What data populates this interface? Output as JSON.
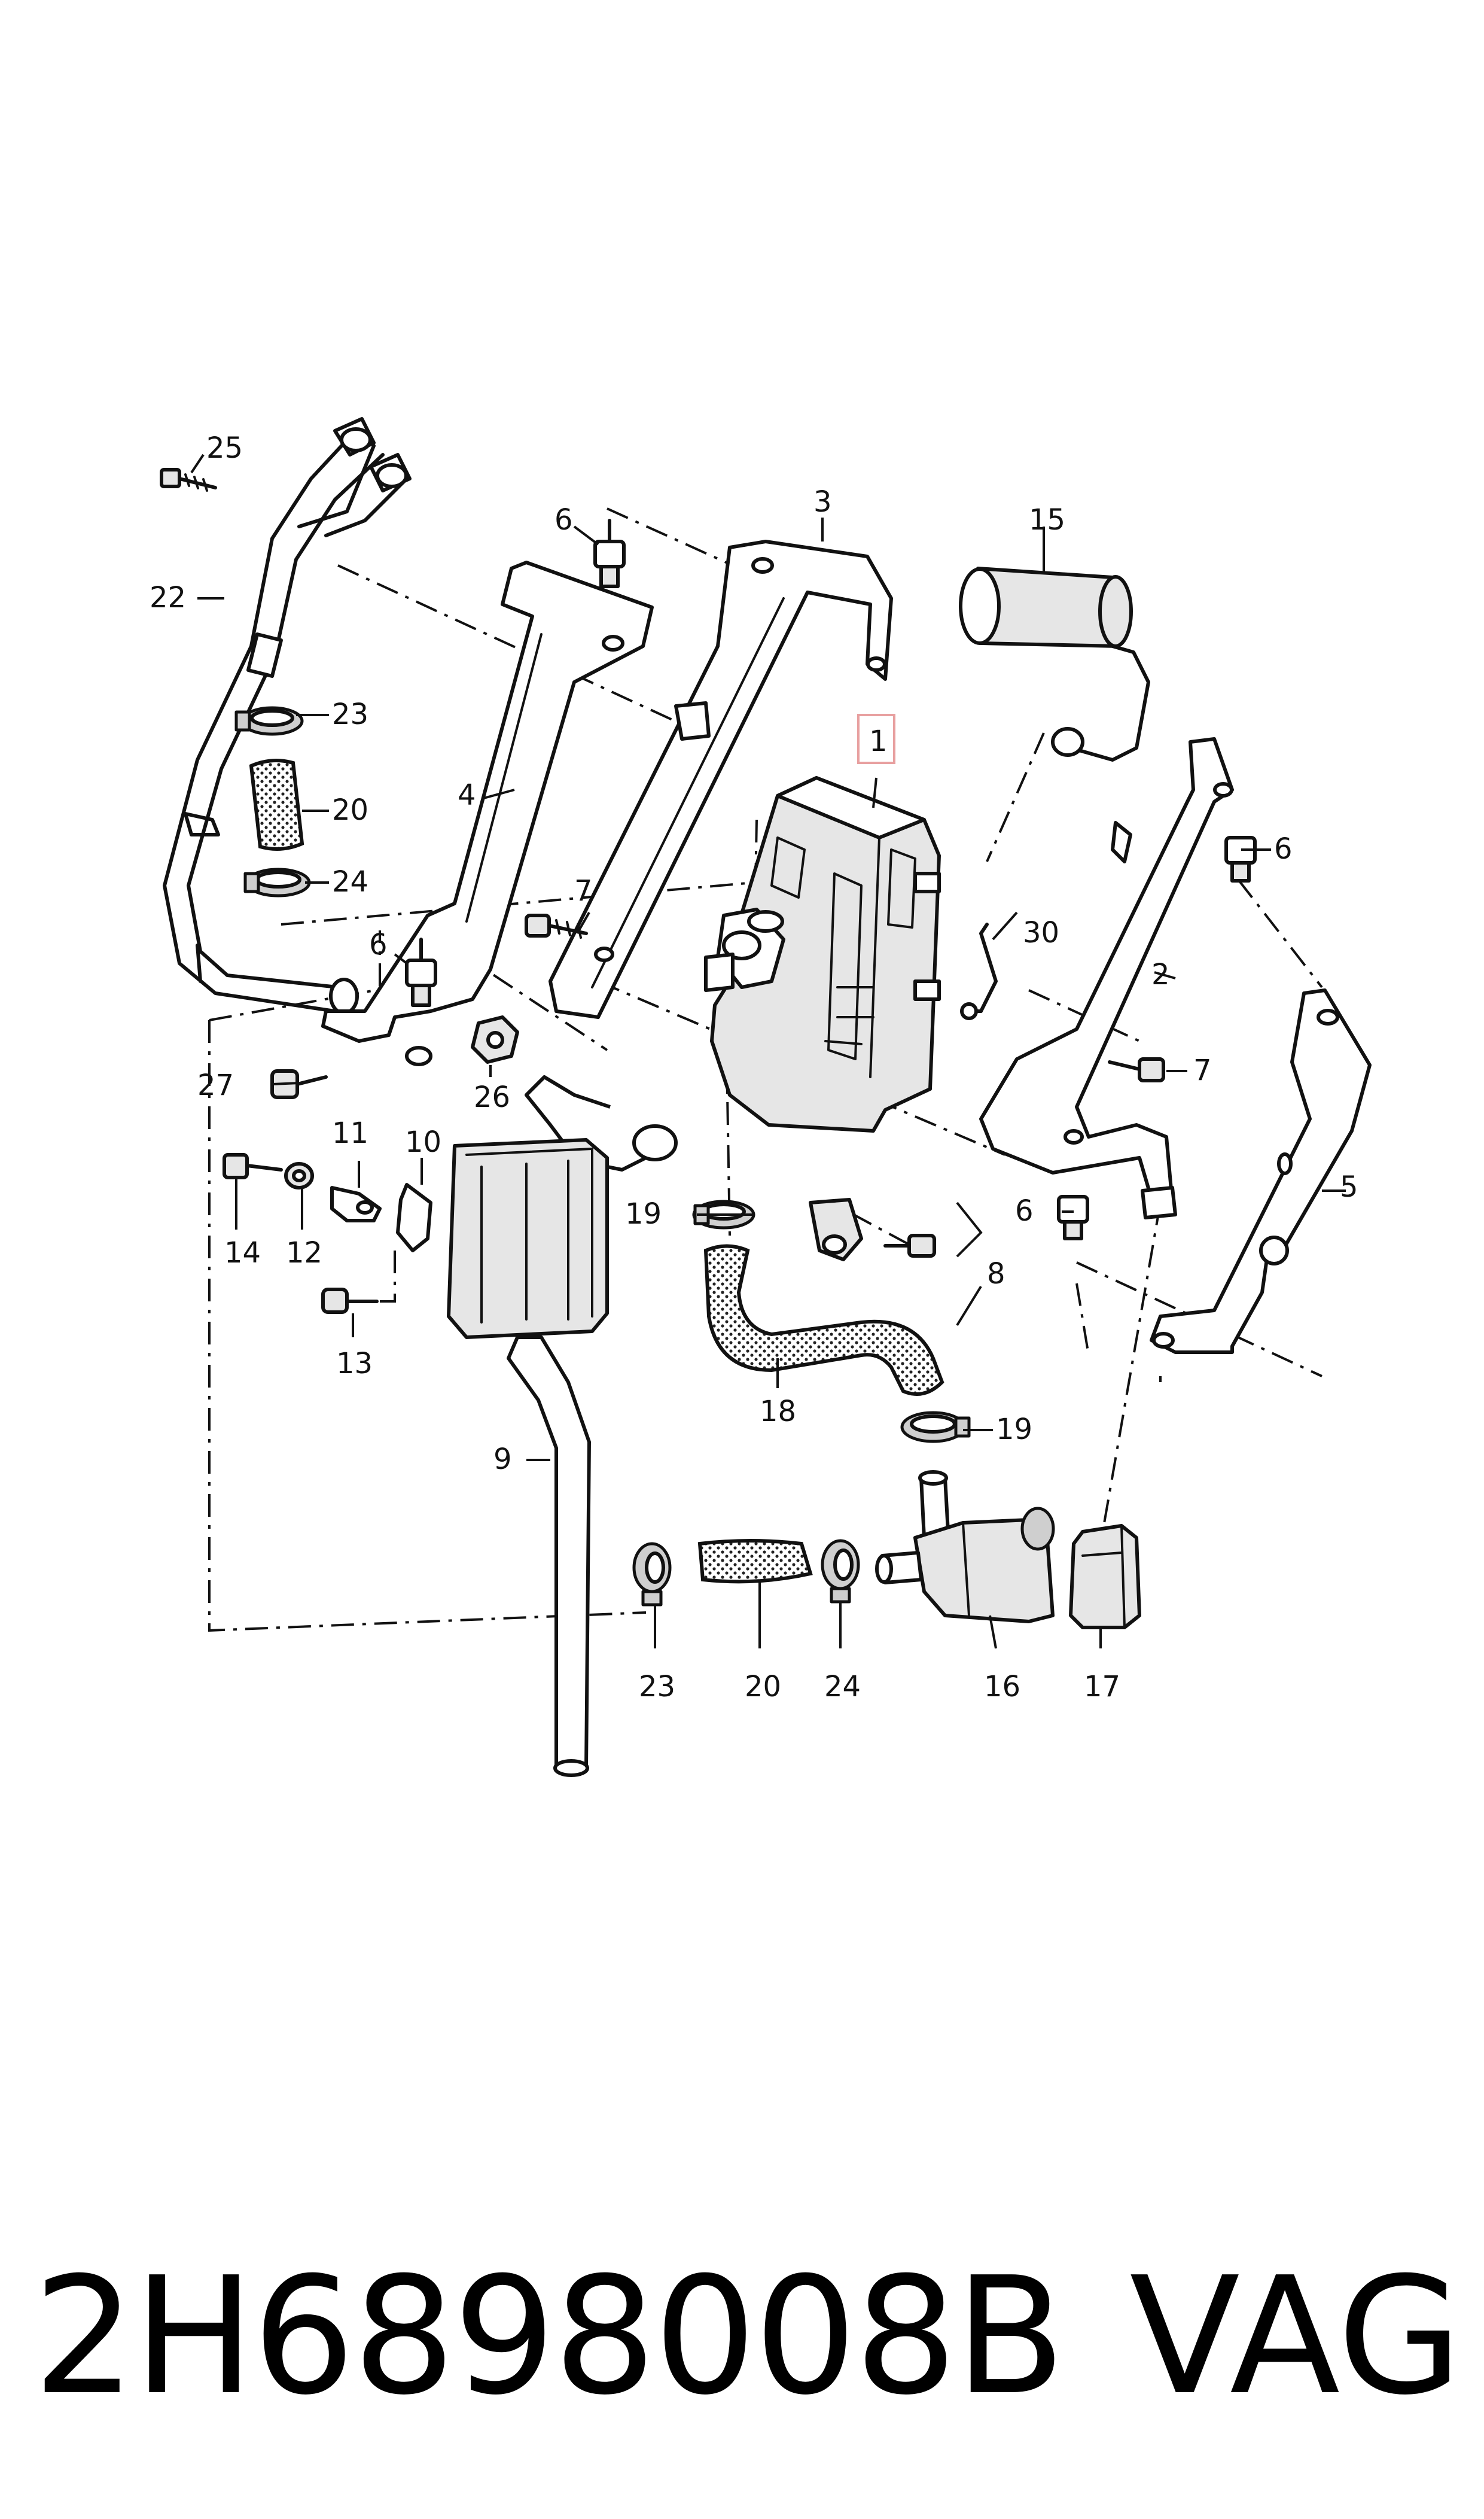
{
  "footer": {
    "part_number": "2H6898008B",
    "brand": "VAG"
  },
  "diagram": {
    "highlighted_label": "1",
    "highlight_color": "#e8a0a0",
    "callouts": {
      "c1": "1",
      "c2": "2",
      "c3": "3",
      "c4": "4",
      "c5": "5",
      "c6a": "6",
      "c6b": "6",
      "c6c": "6",
      "c6d": "6",
      "c7a": "7",
      "c7b": "7",
      "c8": "8",
      "c9": "9",
      "c10": "10",
      "c11": "11",
      "c12": "12",
      "c13": "13",
      "c14": "14",
      "c15": "15",
      "c16": "16",
      "c17": "17",
      "c18": "18",
      "c19a": "19",
      "c19b": "19",
      "c20a": "20",
      "c20b": "20",
      "c22": "22",
      "c23a": "23",
      "c23b": "23",
      "c24a": "24",
      "c24b": "24",
      "c25": "25",
      "c26": "26",
      "c27": "27",
      "c30": "30"
    }
  }
}
